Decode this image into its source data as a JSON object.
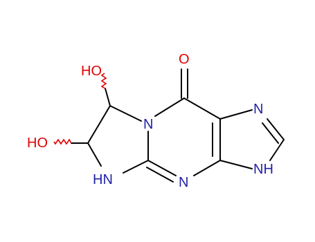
{
  "colors": {
    "bond": "#000000",
    "nitrogen": "#1f1fa8",
    "oxygen": "#e00000",
    "wavy": "#e00000"
  },
  "atoms": {
    "o_carbonyl": "O",
    "ho_upper": "HO",
    "ho_lower": "HO",
    "n_bridge": "N",
    "n_imidazole_top": "N",
    "nh_right": "NH",
    "n_bottom": "N",
    "hn_left": "HN"
  }
}
